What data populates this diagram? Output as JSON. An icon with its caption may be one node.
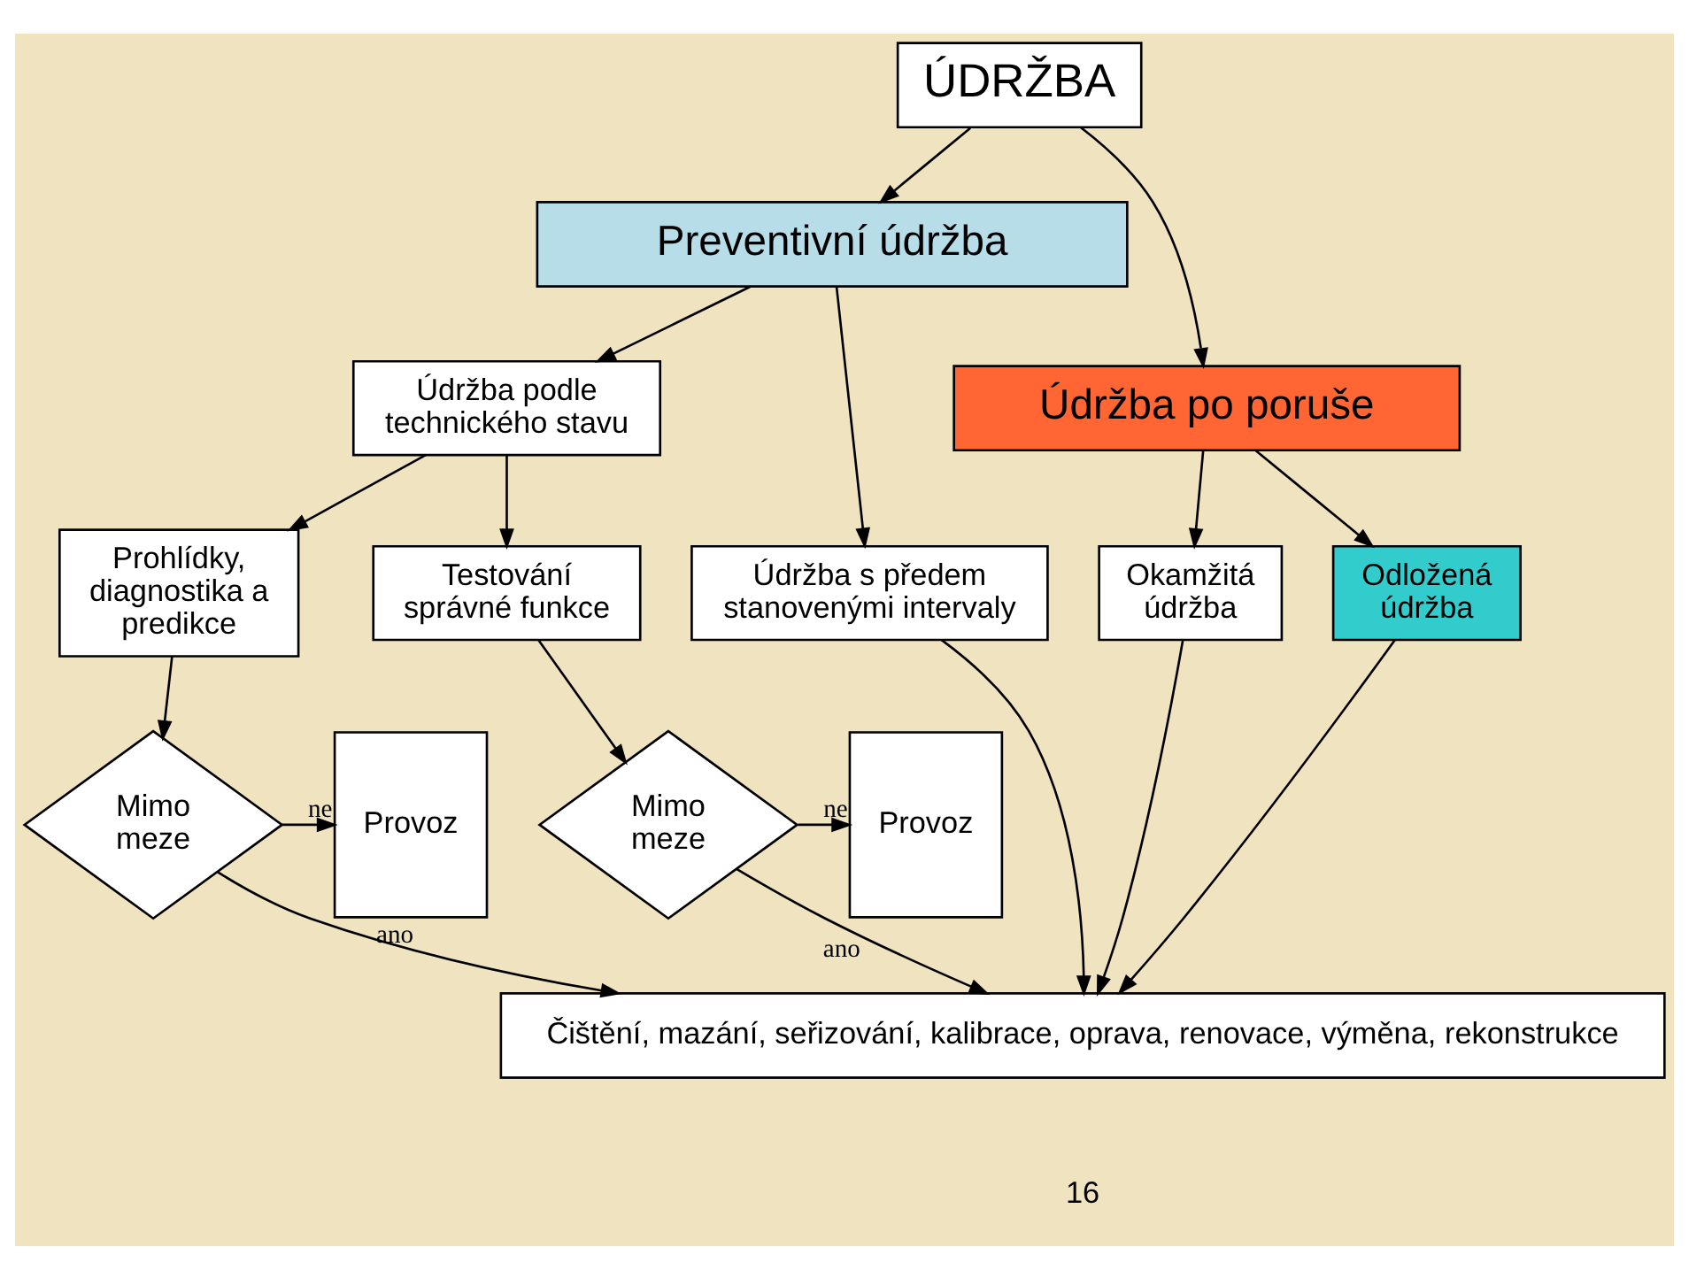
{
  "diagram": {
    "nodes": [
      {
        "text": [
          "ÚDRŽBA"
        ]
      },
      {
        "text": [
          "Preventivní údržba"
        ]
      },
      {
        "text": [
          "Údržba po poruše"
        ]
      },
      {
        "text": [
          "Údržba podle technického stavu"
        ]
      },
      {
        "text": [
          "Údržba s předem stanovenými intervaly"
        ]
      },
      {
        "text": [
          "Prohlídky, diagnostika a predikce"
        ]
      },
      {
        "text": [
          "Testování správné funkce"
        ]
      },
      {
        "text": [
          "Okamžitá údržba"
        ]
      },
      {
        "text": [
          "Odložená údržba"
        ]
      },
      {
        "text": [
          "Mimo meze"
        ]
      },
      {
        "text": [
          "Provoz"
        ]
      },
      {
        "text": [
          "Mimo meze"
        ]
      },
      {
        "text": [
          "Provoz"
        ]
      },
      {
        "text": [
          "Čištění, mazání, seřizování, kalibrace, oprava, renovace, výměna, rekonstrukce"
        ]
      }
    ],
    "edges": [
      {
        "from": 0,
        "to": 1,
        "arrow": "to"
      },
      {
        "from": 0,
        "to": 2,
        "arrow": "to"
      },
      {
        "from": 1,
        "to": 3,
        "arrow": "to"
      },
      {
        "from": 1,
        "to": 4,
        "arrow": "to"
      },
      {
        "from": 3,
        "to": 5,
        "arrow": "to"
      },
      {
        "from": 3,
        "to": 6,
        "arrow": "to"
      },
      {
        "from": 2,
        "to": 7,
        "arrow": "to"
      },
      {
        "from": 2,
        "to": 8,
        "arrow": "to"
      },
      {
        "from": 5,
        "to": 9,
        "arrow": "to"
      },
      {
        "from": 9,
        "to": 10,
        "arrow": "to",
        "label": "ne"
      },
      {
        "from": 6,
        "to": 11,
        "arrow": "to"
      },
      {
        "from": 11,
        "to": 12,
        "arrow": "to",
        "label": "ne"
      },
      {
        "from": 9,
        "to": 13,
        "arrow": "to",
        "label": "ano"
      },
      {
        "from": 11,
        "to": 13,
        "arrow": "to",
        "label": "ano"
      },
      {
        "from": 4,
        "to": 13,
        "arrow": "to"
      },
      {
        "from": 7,
        "to": 13,
        "arrow": "to"
      },
      {
        "from": 8,
        "to": 13,
        "arrow": "to"
      }
    ],
    "labels": [
      "16"
    ]
  }
}
